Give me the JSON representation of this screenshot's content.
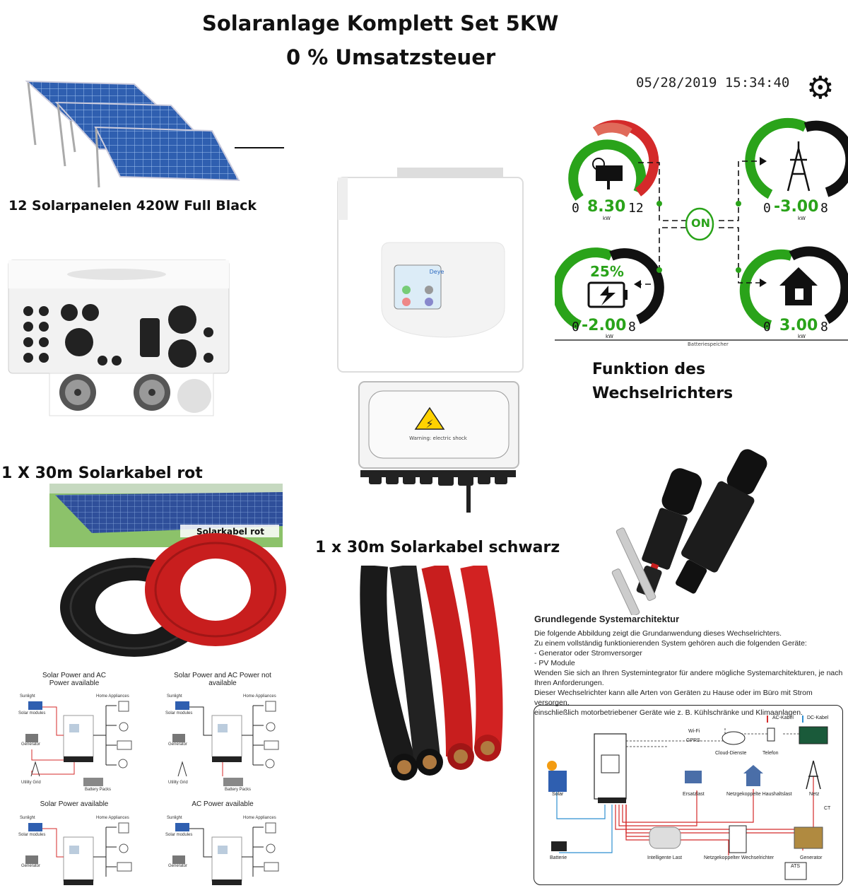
{
  "header": {
    "title": "Solaranlage Komplett Set  5KW",
    "subtitle": "0 % Umsatzsteuer"
  },
  "labels": {
    "panels": "12 Solarpanelen 420W Full Black",
    "function": "Funktion des Wechselrichters",
    "cable_red": "1 X 30m Solarkabel rot",
    "cable_red_banner": "Solarkabel rot",
    "cable_black": "1 x 30m Solarkabel schwarz"
  },
  "inverter": {
    "brand": "Deye",
    "warning": "Warning: electric shock"
  },
  "monitor": {
    "datetime": "05/28/2019  15:34:40",
    "center": "ON",
    "solar": {
      "value": "8.30",
      "min": "0",
      "max": "12",
      "unit": "kW"
    },
    "grid": {
      "value": "-3.00",
      "min": "0",
      "max": "8",
      "unit": "kW"
    },
    "battery": {
      "value": "-2.00",
      "min": "0",
      "max": "8",
      "unit": "kW",
      "percent": "25%",
      "soc": 0.25
    },
    "load": {
      "value": "3.00",
      "min": "0",
      "max": "8",
      "unit": "kW"
    },
    "footer": "Batteriespeicher"
  },
  "architecture": {
    "title": "Grundlegende Systemarchitektur",
    "lines": [
      "Die folgende Abbildung zeigt die Grundanwendung dieses Wechselrichters.",
      "Zu einem vollständig funktionierenden System gehören auch die folgenden Geräte:",
      "- Generator oder Stromversorger",
      "- PV Module",
      "Wenden Sie sich an Ihren Systemintegrator für andere mögliche Systemarchitekturen, je nach",
      "Ihren Anforderungen.",
      "Dieser Wechselrichter kann alle Arten von Geräten zu Hause oder im Büro mit Strom versorgen,",
      "einschließlich motorbetriebener Geräte wie z. B. Kühlschränke und Klimaanlagen."
    ],
    "legend_ac": "AC-Kabel",
    "legend_dc": "DC-Kabel",
    "wifi": "Wi-Fi",
    "gprs": "GPRS",
    "cloud": "Cloud-Dienste",
    "phone": "Telefon",
    "solar": "Solar",
    "backup": "Ersatzlast",
    "home_load": "Netzgekoppelte Haushaltslast",
    "grid": "Netz",
    "ct": "CT",
    "battery": "Batterie",
    "smart_load": "Intelligente Last",
    "grid_inverter": "Netzgekoppelter Wechselrichter",
    "generator": "Generator",
    "ats": "ATS"
  },
  "mini_diagrams": [
    {
      "title": "Solar Power and AC Power available",
      "sunlight": "Sunlight",
      "home": "Home Appliances",
      "modules": "Solar modules",
      "generator": "Generator",
      "grid": "Utility Grid",
      "battery": "Battery Packs"
    },
    {
      "title": "Solar Power and AC Power not available",
      "sunlight": "Sunlight",
      "home": "Home Appliances",
      "modules": "Solar modules",
      "generator": "Generator",
      "grid": "Utility Grid",
      "battery": "Battery Packs"
    },
    {
      "title": "Solar Power available",
      "sunlight": "Sunlight",
      "home": "Home Appliances",
      "modules": "Solar modules",
      "generator": "Generator"
    },
    {
      "title": "AC Power available",
      "sunlight": "Sunlight",
      "home": "Home Appliances",
      "modules": "Solar modules",
      "generator": "Generator"
    }
  ],
  "colors": {
    "green": "#2aa31a",
    "red": "#d42a2a",
    "panel_blue": "#2f5fb0",
    "cable_red": "#c81e1e",
    "cable_black": "#1a1a1a"
  }
}
